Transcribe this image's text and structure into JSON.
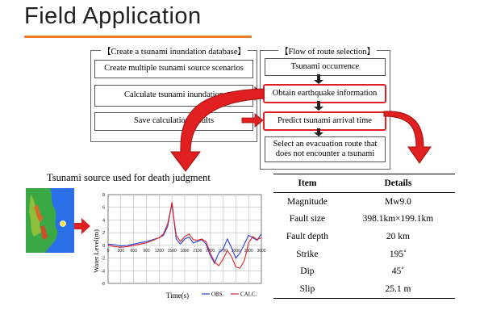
{
  "slide_title": "Field Application",
  "database_panel": {
    "title": "【Create a tsunami inundation database】",
    "steps": [
      "Create multiple tsunami source scenarios",
      "Calculate tsunami inundation",
      "Save calculation results"
    ]
  },
  "route_panel": {
    "title": "【Flow of route selection】",
    "steps": [
      "Tsunami occurrence",
      "Obtain earthquake information",
      "Predict tsunami arrival time",
      "Select an evacuation route that does not encounter a tsunami"
    ]
  },
  "source_caption": "Tsunami source used for death judgment",
  "table": {
    "headers": [
      "Item",
      "Details"
    ],
    "rows": [
      [
        "Magnitude",
        "Mw9.0"
      ],
      [
        "Fault size",
        "398.1km×199.1km"
      ],
      [
        "Fault depth",
        "20 km"
      ],
      [
        "Strike",
        "195˚"
      ],
      [
        "Dip",
        "45˚"
      ],
      [
        "Slip",
        "25.1 m"
      ]
    ]
  },
  "colors": {
    "accent": "#ee7b2f",
    "highlight": "#e02020",
    "obs": "#2a3fd8",
    "calc": "#e02020"
  },
  "chart_data": {
    "type": "line",
    "xlabel": "Time(s)",
    "ylabel": "Water Level(m)",
    "xlim": [
      0,
      3600
    ],
    "ylim": [
      -6,
      8
    ],
    "xticks": [
      "0",
      "300",
      "600",
      "900",
      "1200",
      "1500",
      "1800",
      "2100",
      "2400",
      "2700",
      "3000",
      "3300",
      "3600"
    ],
    "yticks": [
      "-6",
      "-4",
      "-2",
      "0",
      "2",
      "4",
      "6",
      "8"
    ],
    "grid": true,
    "legend_position": "bottom-right",
    "series": [
      {
        "name": "OBS.",
        "x": [
          0,
          150,
          300,
          450,
          600,
          750,
          900,
          1050,
          1200,
          1300,
          1400,
          1450,
          1500,
          1550,
          1600,
          1700,
          1800,
          1900,
          2000,
          2100,
          2200,
          2300,
          2400,
          2500,
          2600,
          2700,
          2800,
          2900,
          3000,
          3100,
          3200,
          3300,
          3400,
          3500,
          3600
        ],
        "y": [
          0.2,
          0.1,
          -0.1,
          0.0,
          0.2,
          0.4,
          0.6,
          0.9,
          1.2,
          1.6,
          3.0,
          4.8,
          6.6,
          3.8,
          1.0,
          0.2,
          1.0,
          1.3,
          0.4,
          0.6,
          0.9,
          0.2,
          -1.6,
          -2.8,
          -1.2,
          -0.6,
          1.0,
          -0.4,
          -2.0,
          -1.2,
          0.2,
          1.6,
          1.2,
          0.8,
          1.8
        ]
      },
      {
        "name": "CALC.",
        "x": [
          0,
          150,
          300,
          450,
          600,
          750,
          900,
          1050,
          1200,
          1300,
          1400,
          1450,
          1500,
          1550,
          1600,
          1700,
          1800,
          1900,
          2000,
          2100,
          2200,
          2300,
          2400,
          2500,
          2600,
          2700,
          2800,
          2900,
          3000,
          3100,
          3200,
          3300,
          3400,
          3500,
          3600
        ],
        "y": [
          0.0,
          -0.2,
          -0.3,
          -0.2,
          0.0,
          0.2,
          0.4,
          0.8,
          1.2,
          1.8,
          3.4,
          5.0,
          6.8,
          4.0,
          1.6,
          0.6,
          1.4,
          1.8,
          0.9,
          0.8,
          1.0,
          0.6,
          -1.2,
          -2.6,
          -3.2,
          -2.2,
          -0.8,
          -1.8,
          -3.4,
          -3.6,
          -2.4,
          0.4,
          1.4,
          0.9,
          1.2
        ]
      }
    ]
  }
}
